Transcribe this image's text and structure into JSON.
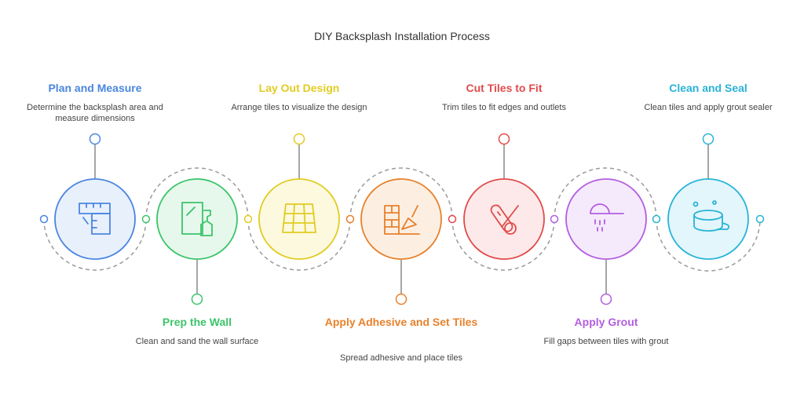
{
  "title": "DIY Backsplash Installation Process",
  "steps": [
    {
      "title": "Plan and Measure",
      "desc": "Determine the backsplash area and measure dimensions",
      "color": "#4a86e0",
      "fill": "#e8f0fc",
      "icon": "ruler-icon",
      "label_side": "top"
    },
    {
      "title": "Prep the Wall",
      "desc": "Clean and sand the wall surface",
      "color": "#3cc46a",
      "fill": "#e6f8ec",
      "icon": "spray-bottle-icon",
      "label_side": "bottom"
    },
    {
      "title": "Lay Out Design",
      "desc": "Arrange tiles to visualize the design",
      "color": "#e1cc22",
      "fill": "#fcf9de",
      "icon": "tiles-icon",
      "label_side": "top"
    },
    {
      "title": "Apply Adhesive and Set Tiles",
      "desc": "Spread adhesive and place tiles",
      "color": "#e8812c",
      "fill": "#fcefe2",
      "icon": "trowel-bricks-icon",
      "label_side": "bottom"
    },
    {
      "title": "Cut Tiles to Fit",
      "desc": "Trim tiles to fit edges and outlets",
      "color": "#e14b4b",
      "fill": "#fde9e9",
      "icon": "tile-cutter-icon",
      "label_side": "top"
    },
    {
      "title": "Apply Grout",
      "desc": "Fill gaps between tiles with grout",
      "color": "#b35ee0",
      "fill": "#f5eafc",
      "icon": "grout-scoop-icon",
      "label_side": "bottom"
    },
    {
      "title": "Clean and Seal",
      "desc": "Clean tiles and apply grout sealer",
      "color": "#29b3d6",
      "fill": "#e2f6fb",
      "icon": "sponge-icon",
      "label_side": "top"
    }
  ]
}
